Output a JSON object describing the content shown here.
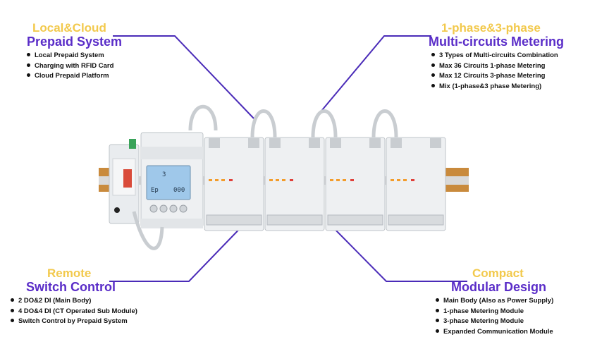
{
  "callouts": {
    "top_left": {
      "kicker": "Local&Cloud",
      "heading": "Prepaid System",
      "items": [
        "Local Prepaid System",
        "Charging with RFID Card",
        "Cloud Prepaid Platform"
      ]
    },
    "top_right": {
      "kicker": "1-phase&3-phase",
      "heading": "Multi-circuits Metering",
      "items": [
        "3 Types of Multi-circuits Combination",
        "Max 36 Circuits 1-phase Metering",
        "Max 12 Circuits 3-phase Metering",
        "Mix (1-phase&3 phase Metering)"
      ]
    },
    "bottom_left": {
      "kicker": "Remote",
      "heading": "Switch Control",
      "items": [
        "2 DO&2 DI (Main Body)",
        "4 DO&4 DI (CT Operated Sub Module)",
        "Switch Control by Prepaid System"
      ]
    },
    "bottom_right": {
      "kicker": "Compact",
      "heading": "Modular Design",
      "items": [
        "Main Body (Also as Power Supply)",
        "1-phase Metering Module",
        "3-phase Metering Module",
        "Expanded Communication Module"
      ]
    }
  },
  "colors": {
    "kicker": "#f2c94c",
    "heading": "#5a2dc8",
    "leader_line": "#4a2bb8",
    "lcd": "#9fc8ea"
  },
  "device": {
    "lcd_lines": [
      "3",
      "Ep",
      "000"
    ]
  }
}
